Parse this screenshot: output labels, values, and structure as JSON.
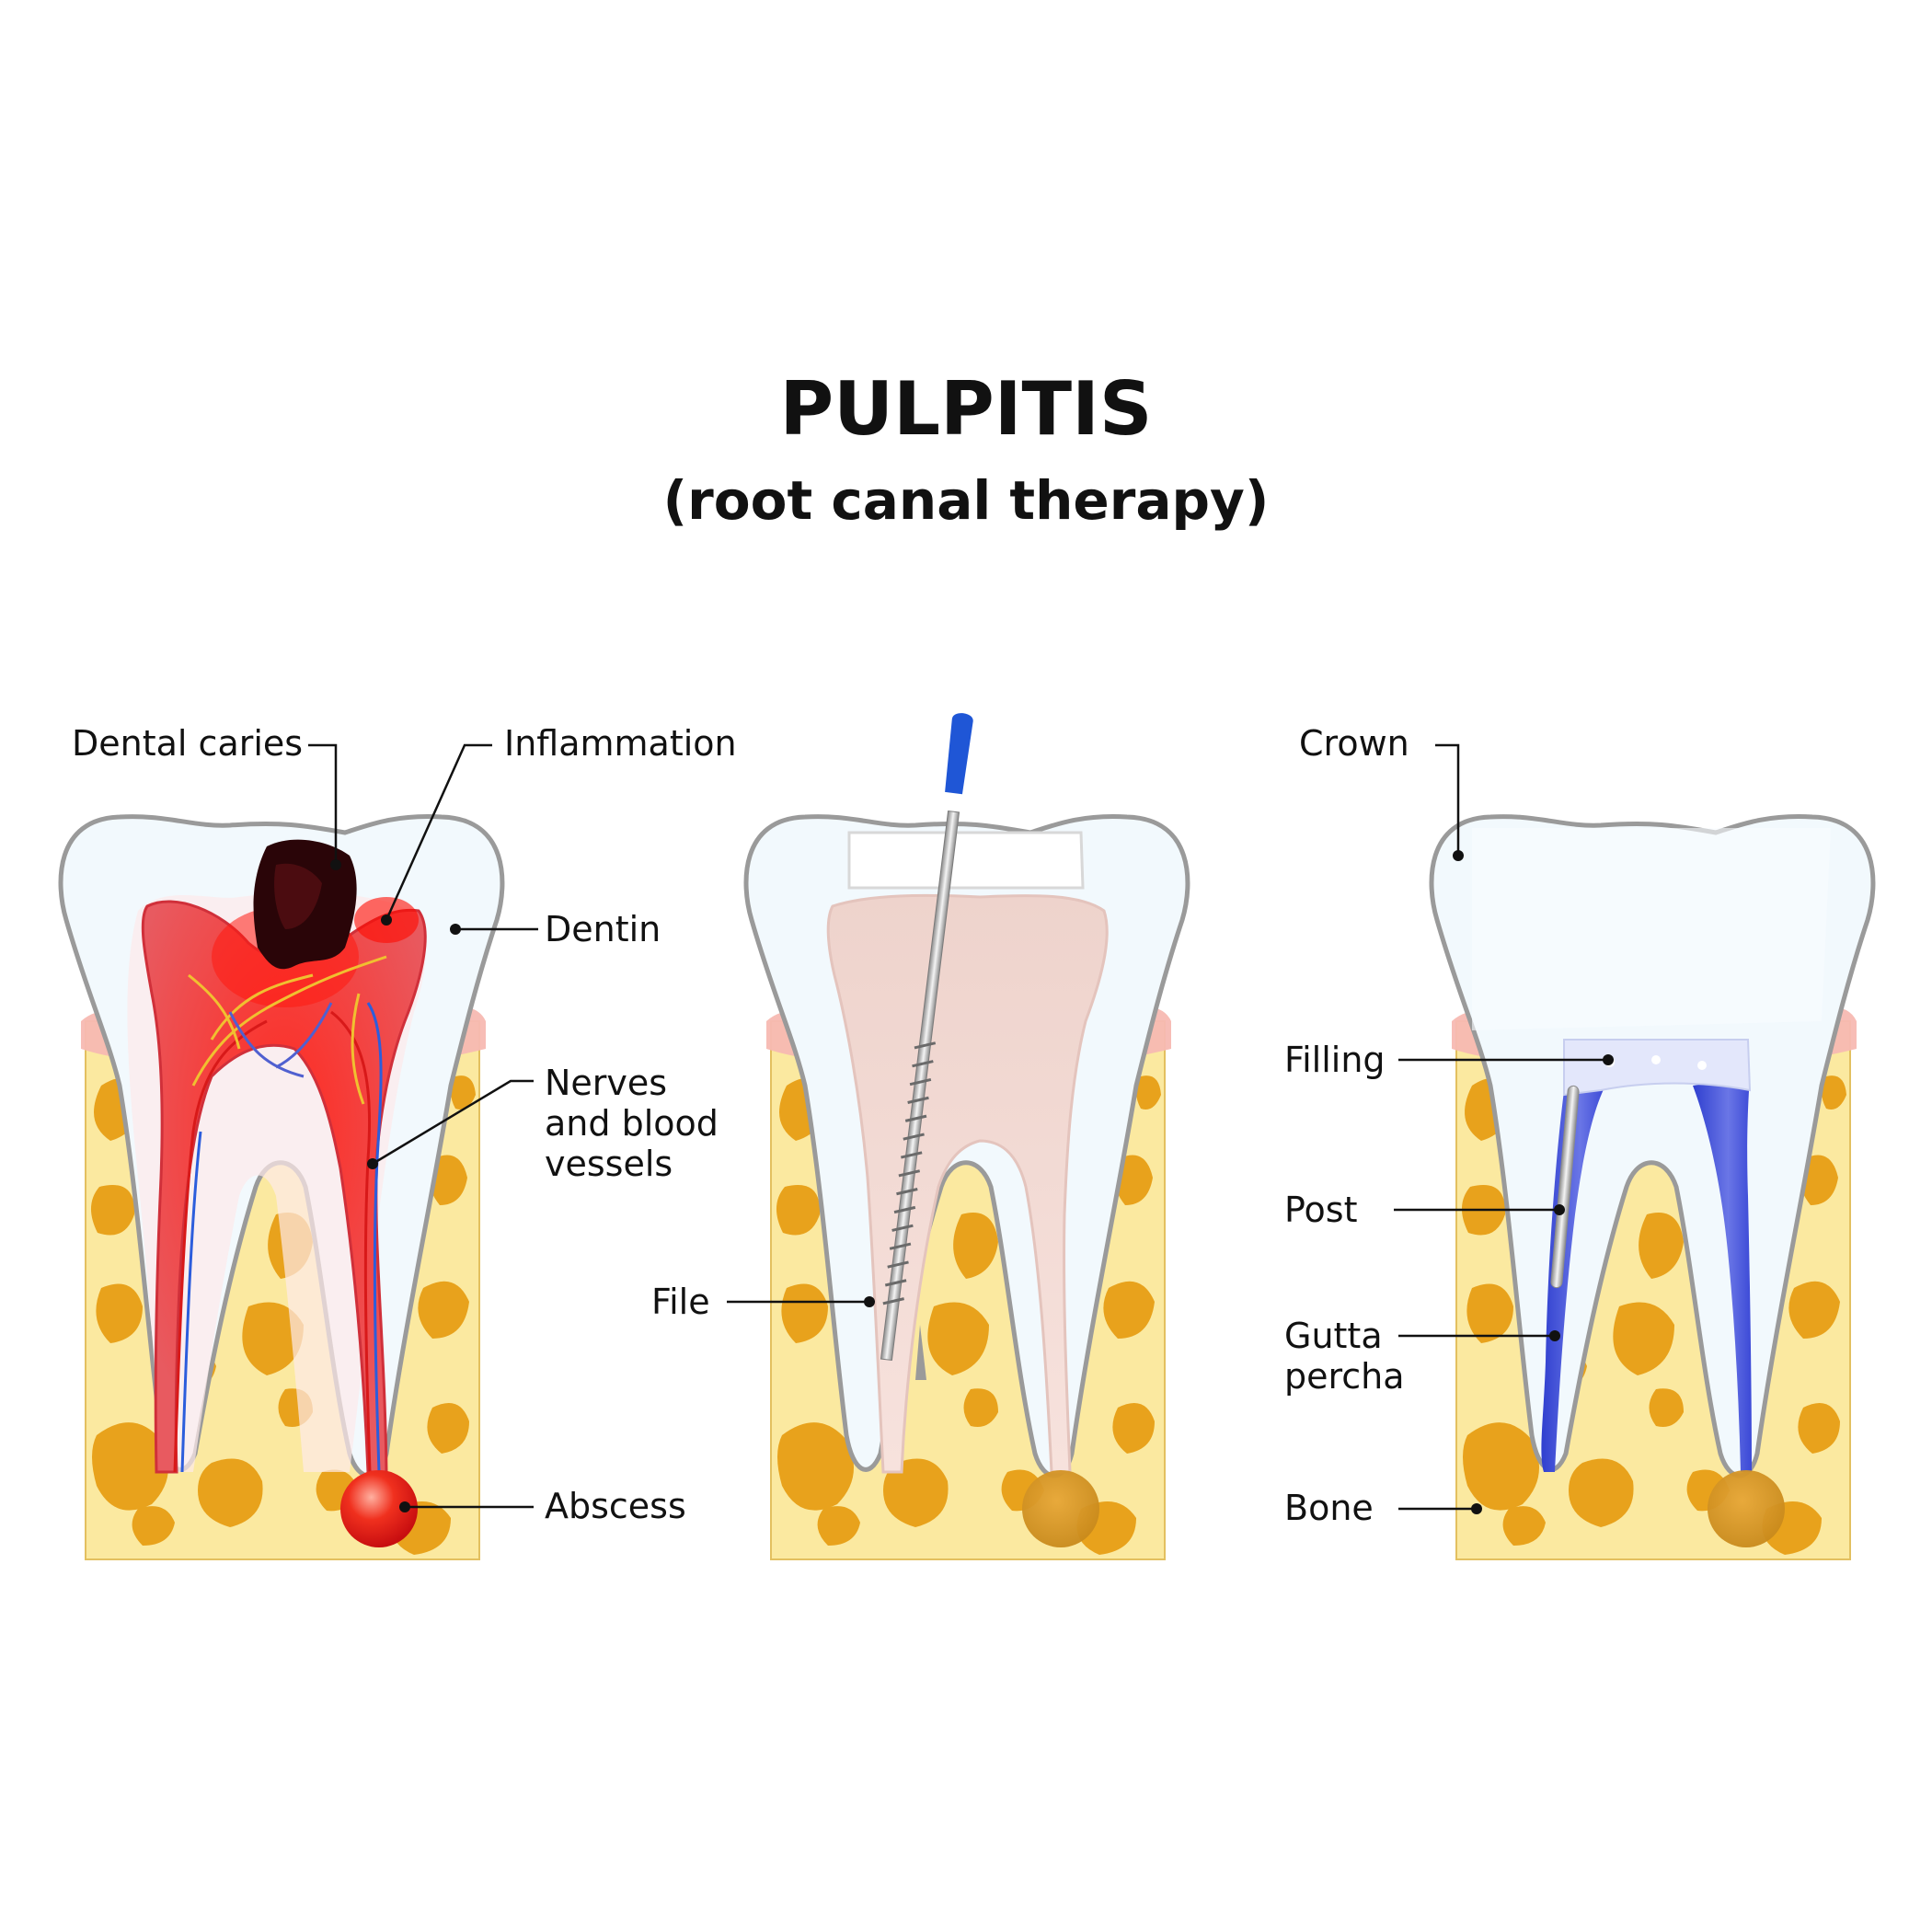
{
  "header": {
    "title": "PULPITIS",
    "subtitle": "(root canal therapy)"
  },
  "labels": {
    "dental_caries": "Dental caries",
    "inflammation": "Inflammation",
    "dentin": "Dentin",
    "nerves_and_blood_vessels": "Nerves\nand blood\nvessels",
    "abscess": "Abscess",
    "file": "File",
    "crown": "Crown",
    "filling": "Filling",
    "post": "Post",
    "gutta_percha": "Gutta\npercha",
    "bone": "Bone"
  },
  "colors": {
    "bone": "#fbe9a0",
    "bone_cavity": "#e8a21c",
    "gum": "#f7b9b2",
    "enamel": "#f2f9fd",
    "tooth_outline": "#9a9a9a",
    "pulp_inflamed": "#e8323a",
    "caries": "#2a0508",
    "file_handle": "#1f56d6",
    "gutta_percha": "#3b49d6",
    "leader": "#111111"
  }
}
